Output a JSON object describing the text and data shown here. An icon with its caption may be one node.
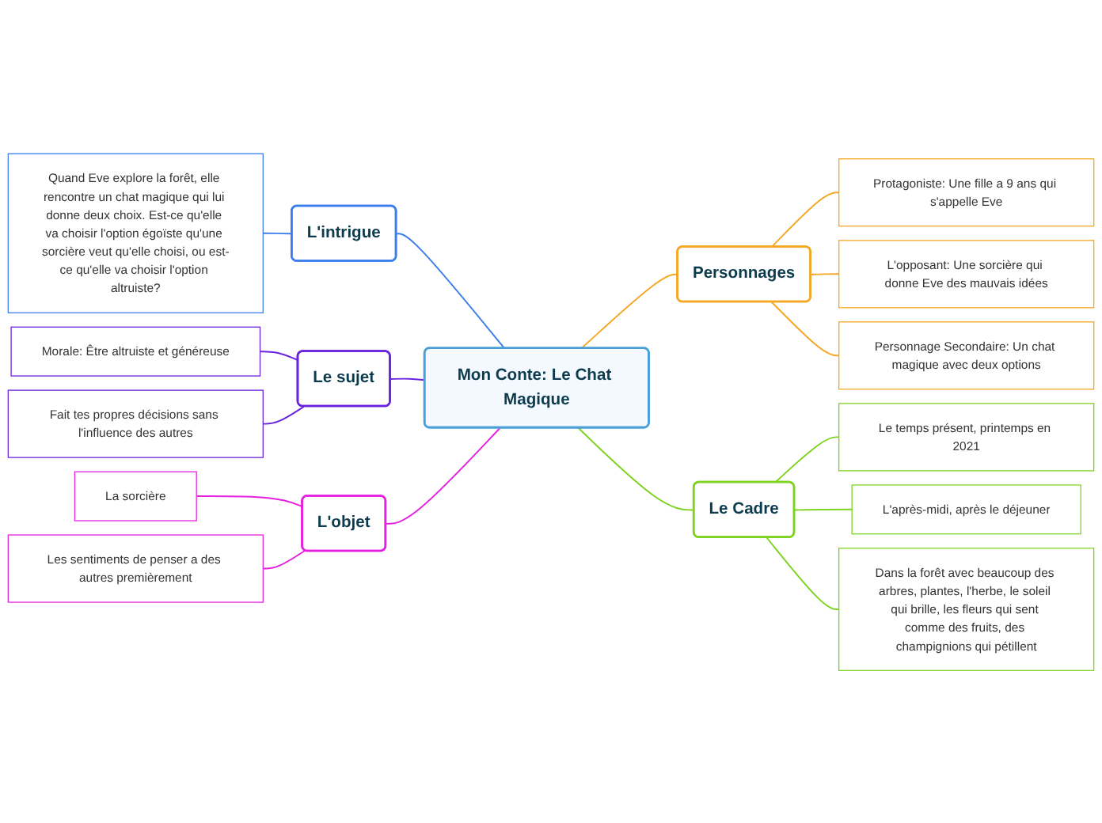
{
  "diagram": {
    "nodes": [
      {
        "text": [
          "Mon Conte: Le Chat Magique"
        ]
      },
      {
        "text": [
          "Personnages"
        ]
      },
      {
        "text": [
          "Protagoniste: Une fille a 9 ans qui s'appelle Eve"
        ]
      },
      {
        "text": [
          "L'opposant: Une sorcière qui donne Eve des mauvais idées"
        ]
      },
      {
        "text": [
          "Personnage Secondaire: Un chat magique avec deux options"
        ]
      },
      {
        "text": [
          "Le Cadre"
        ]
      },
      {
        "text": [
          "Le temps présent, printemps en 2021"
        ]
      },
      {
        "text": [
          "L'après-midi, après le déjeuner"
        ]
      },
      {
        "text": [
          "Dans la forêt avec beaucoup des arbres, plantes, l'herbe, le soleil qui brille, les fleurs qui sent comme des fruits, des champignions qui pétillent"
        ]
      },
      {
        "text": [
          "L'intrigue"
        ]
      },
      {
        "text": [
          "Quand Eve explore la forêt, elle rencontre un chat magique qui lui donne deux choix. Est-ce qu'elle va choisir l'option égoïste qu'une sorcière veut qu'elle choisi, ou est-ce qu'elle va choisir l'option altruiste?"
        ]
      },
      {
        "text": [
          "Le sujet"
        ]
      },
      {
        "text": [
          "Morale: Être altruiste et généreuse"
        ]
      },
      {
        "text": [
          "Fait tes propres décisions sans l'influence des autres"
        ]
      },
      {
        "text": [
          "L'objet"
        ]
      },
      {
        "text": [
          "La sorcière"
        ]
      },
      {
        "text": [
          "Les sentiments de penser a des autres premièrement"
        ]
      }
    ],
    "edges": [
      {
        "from": 0,
        "to": 1,
        "arrow": "none",
        "color": "#f5a623"
      },
      {
        "from": 1,
        "to": 2,
        "arrow": "none",
        "color": "#f5a623"
      },
      {
        "from": 1,
        "to": 3,
        "arrow": "none",
        "color": "#f5a623"
      },
      {
        "from": 1,
        "to": 4,
        "arrow": "none",
        "color": "#f5a623"
      },
      {
        "from": 0,
        "to": 5,
        "arrow": "none",
        "color": "#7ed321"
      },
      {
        "from": 5,
        "to": 6,
        "arrow": "none",
        "color": "#7ed321"
      },
      {
        "from": 5,
        "to": 7,
        "arrow": "none",
        "color": "#7ed321"
      },
      {
        "from": 5,
        "to": 8,
        "arrow": "none",
        "color": "#7ed321"
      },
      {
        "from": 0,
        "to": 9,
        "arrow": "none",
        "color": "#3b7ded"
      },
      {
        "from": 9,
        "to": 10,
        "arrow": "none",
        "color": "#3b7ded"
      },
      {
        "from": 0,
        "to": 11,
        "arrow": "none",
        "color": "#6a22e0"
      },
      {
        "from": 11,
        "to": 12,
        "arrow": "none",
        "color": "#6a22e0"
      },
      {
        "from": 11,
        "to": 13,
        "arrow": "none",
        "color": "#6a22e0"
      },
      {
        "from": 0,
        "to": 14,
        "arrow": "none",
        "color": "#e620e0"
      },
      {
        "from": 14,
        "to": 15,
        "arrow": "none",
        "color": "#e620e0"
      },
      {
        "from": 14,
        "to": 16,
        "arrow": "none",
        "color": "#e620e0"
      }
    ]
  }
}
